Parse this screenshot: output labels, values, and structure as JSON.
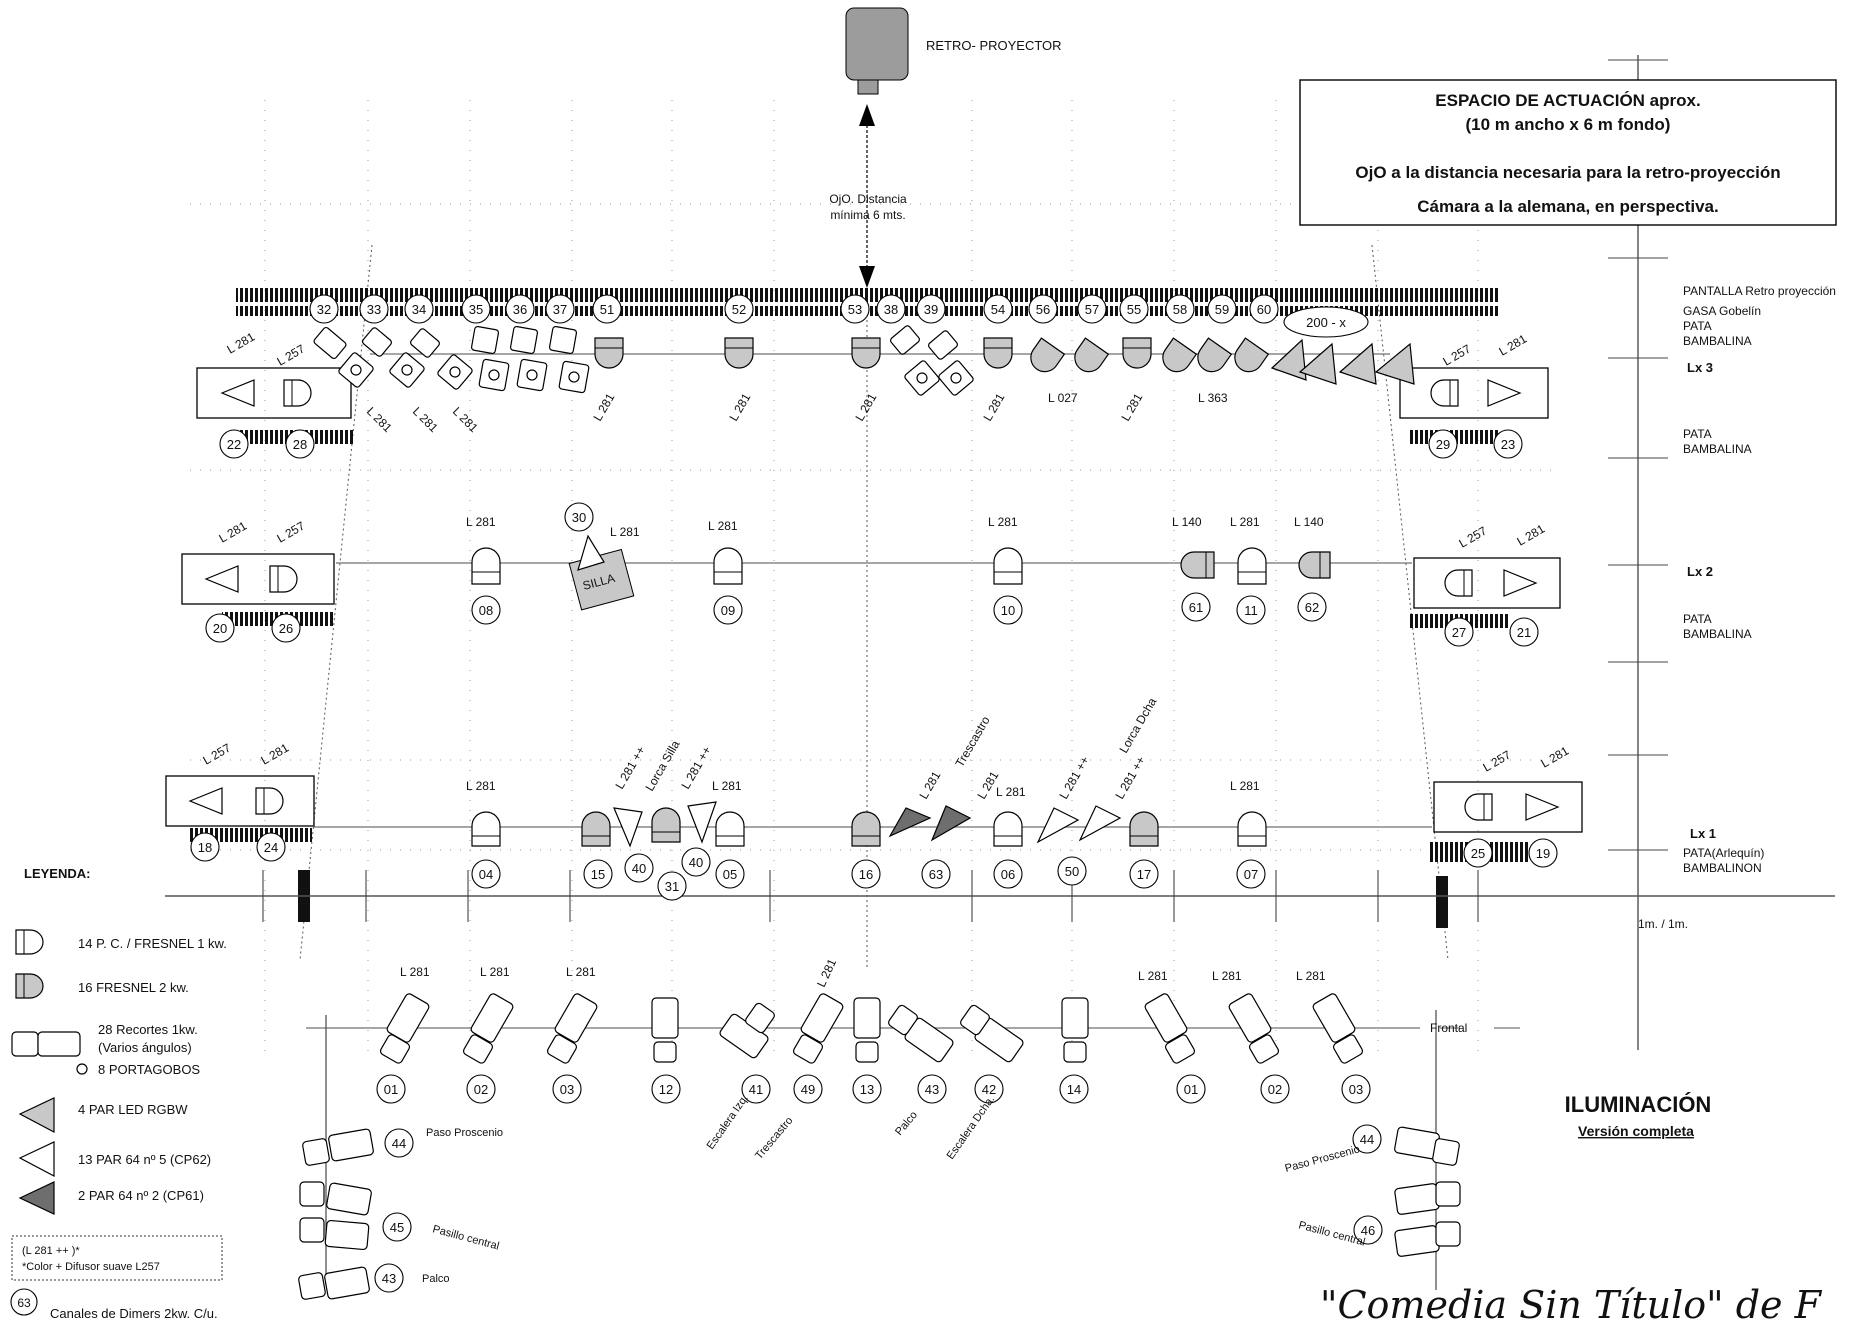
{
  "projector": {
    "label": "RETRO- PROYECTOR",
    "distance_note": [
      "OjO. Distancia",
      "mínima 6 mts."
    ]
  },
  "note_box": {
    "line1": "ESPACIO DE ACTUACIÓN aprox.",
    "line2": "(10 m ancho  x  6 m fondo)",
    "line3": "OjO a la distancia necesaria para la retro-proyección",
    "line4": "Cámara a la alemana, en perspectiva."
  },
  "side_labels": {
    "pantalla": [
      "PANTALLA Retro proyección",
      "GASA Gobelín",
      "PATA",
      "BAMBALINA"
    ],
    "lx3": "Lx 3",
    "pata2": [
      "PATA",
      "BAMBALINA"
    ],
    "lx2": "Lx 2",
    "pata3": [
      "PATA",
      "BAMBALINA"
    ],
    "lx1": "Lx 1",
    "pata4": [
      "PATA(Arlequín)",
      "BAMBALINON"
    ],
    "scale": "1m. / 1m."
  },
  "lx3": {
    "channels": [
      "32",
      "33",
      "34",
      "35",
      "36",
      "37",
      "51",
      "52",
      "53",
      "38",
      "39",
      "54",
      "56",
      "57",
      "55",
      "58",
      "59",
      "60"
    ],
    "ellipse": "200 - x",
    "gels": [
      "L 281",
      "L 257",
      "L 281",
      "L 281",
      "L 281",
      "L 281",
      "L 281",
      "L 281",
      "L 281",
      "L 027",
      "L 281",
      "L 363",
      "L 257",
      "L 281"
    ],
    "side_channels": [
      "22",
      "28",
      "29",
      "23"
    ]
  },
  "lx2": {
    "channels": [
      "08",
      "30",
      "09",
      "10",
      "61",
      "11",
      "62"
    ],
    "gels": [
      "L 281",
      "L 257",
      "L 281",
      "L 281",
      "L 281",
      "L 281",
      "L 140",
      "L 281",
      "L 140",
      "L 257",
      "L 281"
    ],
    "silla": "SILLA",
    "side_channels": [
      "20",
      "26",
      "27",
      "21"
    ]
  },
  "lx1": {
    "channels": [
      "04",
      "15",
      "40",
      "31",
      "40",
      "05",
      "16",
      "63",
      "06",
      "50",
      "17",
      "07"
    ],
    "gels": [
      "L 281",
      "L 257",
      "L 281",
      "L 281 ++",
      "Lorca Silla",
      "L 281 ++",
      "L 281",
      "L 281",
      "Trescastro",
      "L 281",
      "L 281",
      "L 281 ++",
      "Lorca Dcha",
      "L 281 ++",
      "L 281",
      "L 257",
      "L 281"
    ],
    "side_channels": [
      "18",
      "24",
      "25",
      "19"
    ]
  },
  "frontal": {
    "label": "Frontal",
    "channels": [
      "01",
      "02",
      "03",
      "12",
      "41",
      "49",
      "13",
      "43",
      "42",
      "14",
      "01",
      "02",
      "03"
    ],
    "gels": [
      "L 281",
      "L 281",
      "L 281",
      "L 281",
      "L 281",
      "L 281",
      "L 281"
    ],
    "names": [
      "Escalera Izq.",
      "Trescastro",
      "Palco",
      "Escalera Dcha."
    ],
    "left_channels": [
      "44",
      "45",
      "43"
    ],
    "left_names": [
      "Paso Proscenio",
      "Pasillo central",
      "Palco"
    ],
    "right_channels": [
      "44",
      "46"
    ],
    "right_names": [
      "Paso Proscenio",
      "Pasillo central"
    ]
  },
  "legend": {
    "title": "LEYENDA:",
    "items": [
      "14 P. C. / FRESNEL 1 kw.",
      "16 FRESNEL 2 kw.",
      "28 Recortes 1kw.",
      "(Varios ángulos)",
      "8 PORTAGOBOS",
      "4 PAR LED RGBW",
      "13 PAR 64 nº 5 (CP62)",
      "2 PAR 64 nº 2 (CP61)",
      "(L 281  ++ )*",
      "*Color + Difusor suave L257",
      "63",
      "Canales de Dimers 2kw. C/u."
    ]
  },
  "title_block": {
    "title": "ILUMINACIÓN",
    "subtitle": "Versión completa",
    "signature": "\"Comedia  Sin  Título\" de F"
  }
}
